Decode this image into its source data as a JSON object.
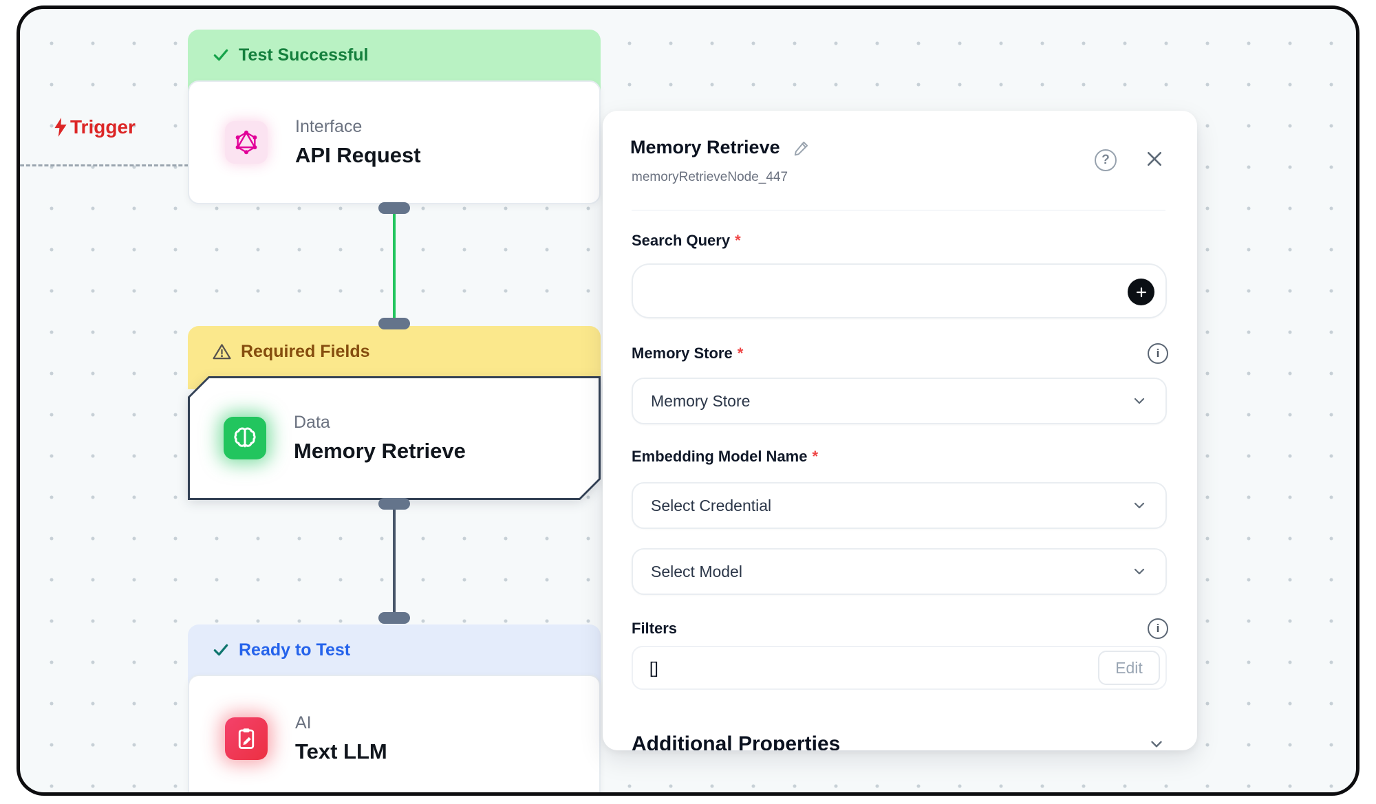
{
  "canvas": {
    "trigger_label": "Trigger",
    "nodes": [
      {
        "status": "Test Successful",
        "category": "Interface",
        "title": "API Request"
      },
      {
        "status": "Required Fields",
        "category": "Data",
        "title": "Memory Retrieve"
      },
      {
        "status": "Ready to Test",
        "category": "AI",
        "title": "Text LLM"
      }
    ]
  },
  "panel": {
    "title": "Memory Retrieve",
    "subtitle": "memoryRetrieveNode_447",
    "help_glyph": "?",
    "search_query": {
      "label": "Search Query",
      "required": "*",
      "value": ""
    },
    "memory_store": {
      "label": "Memory Store",
      "required": "*",
      "selected": "Memory Store"
    },
    "embedding": {
      "label": "Embedding Model Name",
      "required": "*",
      "credential_selected": "Select Credential",
      "model_selected": "Select Model"
    },
    "filters": {
      "label": "Filters",
      "value": "[]",
      "edit": "Edit"
    },
    "additional": {
      "label": "Additional Properties"
    }
  },
  "colors": {
    "success_bg": "#b9f2c3",
    "success_text": "#15803d",
    "warning_bg": "#fbe88c",
    "warning_text": "#854d0e",
    "info_bg": "#e4ecfb",
    "info_text": "#2563eb",
    "edge_green": "#22c55e",
    "edge_dark": "#475569",
    "accent_pink": "#e10098",
    "accent_green": "#22c55e",
    "accent_red": "#ef3b53",
    "trigger_red": "#dc2626"
  }
}
